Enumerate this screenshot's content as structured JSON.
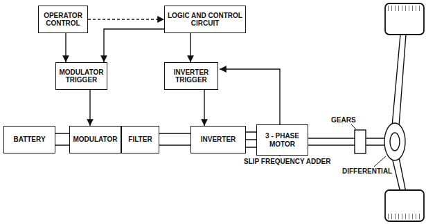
{
  "diagram": {
    "nodes": [
      {
        "text": [
          "OPERATOR CONTROL"
        ]
      },
      {
        "text": [
          "LOGIC AND CONTROL CIRCUIT"
        ]
      },
      {
        "text": [
          "MODULATOR TRIGGER"
        ]
      },
      {
        "text": [
          "INVERTER TRIGGER"
        ]
      },
      {
        "text": [
          "BATTERY"
        ]
      },
      {
        "text": [
          "MODULATOR"
        ]
      },
      {
        "text": [
          "FILTER"
        ]
      },
      {
        "text": [
          "INVERTER"
        ]
      },
      {
        "text": [
          "3 - PHASE MOTOR"
        ]
      }
    ],
    "edges": [
      {
        "from": 0,
        "to": 2,
        "arrow": "to"
      },
      {
        "from": 0,
        "to": 1,
        "arrow": "to"
      },
      {
        "from": 1,
        "to": 2,
        "arrow": "to"
      },
      {
        "from": 1,
        "to": 3,
        "arrow": "to"
      },
      {
        "from": 2,
        "to": 5,
        "arrow": "to"
      },
      {
        "from": 3,
        "to": 7,
        "arrow": "to"
      },
      {
        "from": 4,
        "to": 5,
        "arrow": "none"
      },
      {
        "from": 6,
        "to": 7,
        "arrow": "none"
      },
      {
        "from": 7,
        "to": 8,
        "arrow": "none"
      }
    ],
    "labels": [
      "GEARS",
      "SLIP FREQUENCY ADDER",
      "DIFFERENTIAL"
    ]
  }
}
